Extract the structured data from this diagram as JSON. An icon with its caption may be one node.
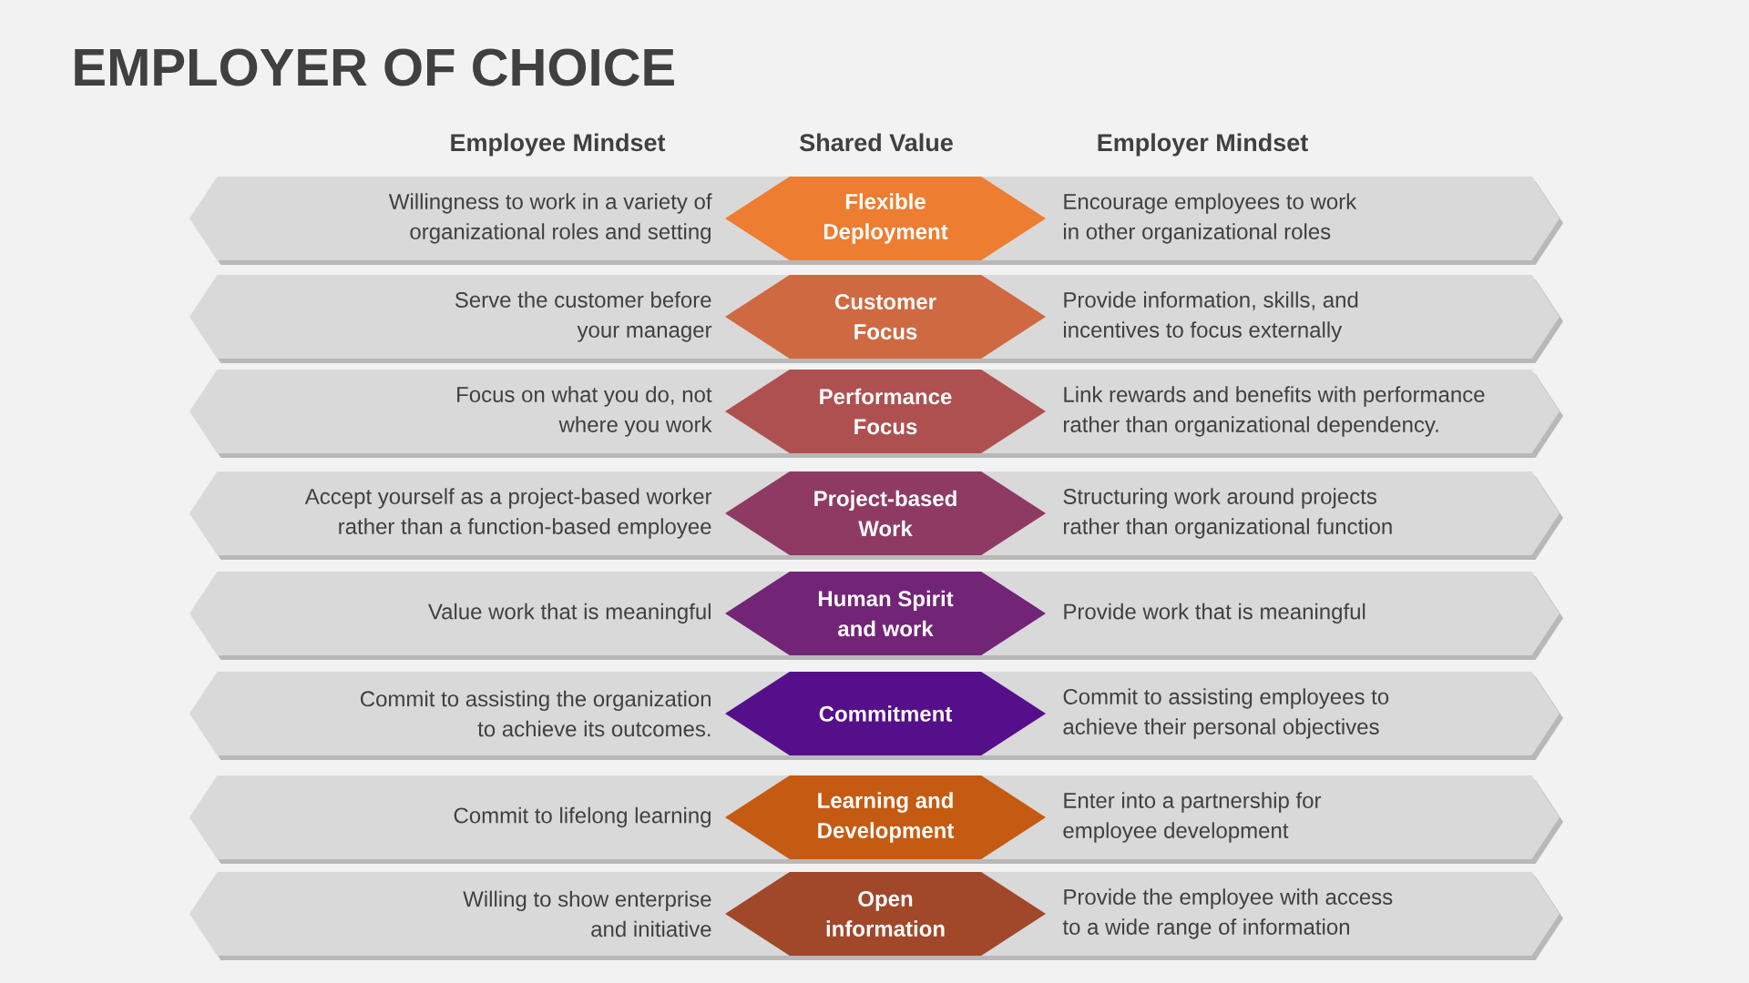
{
  "diagram": {
    "title": "EMPLOYER OF CHOICE",
    "nodes": [
      {
        "text": [
          "Willingness to work in a variety of organizational roles and setting",
          "Encourage employees to work in other organizational roles"
        ]
      },
      {
        "text": [
          "Flexible Deployment"
        ],
        "in": 0
      },
      {
        "text": [
          "Serve the customer before your manager",
          "Provide information, skills, and incentives to focus externally"
        ]
      },
      {
        "text": [
          "Customer Focus"
        ],
        "in": 2
      },
      {
        "text": [
          "Focus on what you do, not where you work",
          "Link rewards and benefits with performance rather than organizational dependency."
        ]
      },
      {
        "text": [
          "Performance Focus"
        ],
        "in": 4
      },
      {
        "text": [
          "Accept yourself as a project-based worker rather than a function-based employee",
          "Structuring work around projects rather than organizational function"
        ]
      },
      {
        "text": [
          "Project-based Work"
        ],
        "in": 6
      },
      {
        "text": [
          "Value work that is meaningful",
          "Provide work that is meaningful"
        ]
      },
      {
        "text": [
          "Human Spirit and work"
        ],
        "in": 8
      },
      {
        "text": [
          "Commit to assisting the organization to achieve its outcomes.",
          "Commit to assisting employees to achieve their personal objectives"
        ]
      },
      {
        "text": [
          "Commitment"
        ],
        "in": 10
      },
      {
        "text": [
          "Commit to lifelong learning",
          "Enter into a partnership for employee development"
        ]
      },
      {
        "text": [
          "Learning and Development"
        ],
        "in": 12
      },
      {
        "text": [
          "Willing to show enterprise and initiative",
          "Provide the employee with access to a wide range of information"
        ]
      },
      {
        "text": [
          "Open information"
        ],
        "in": 14
      }
    ],
    "labels": [
      "Employee Mindset",
      "Shared Value",
      "Employer Mindset"
    ]
  }
}
